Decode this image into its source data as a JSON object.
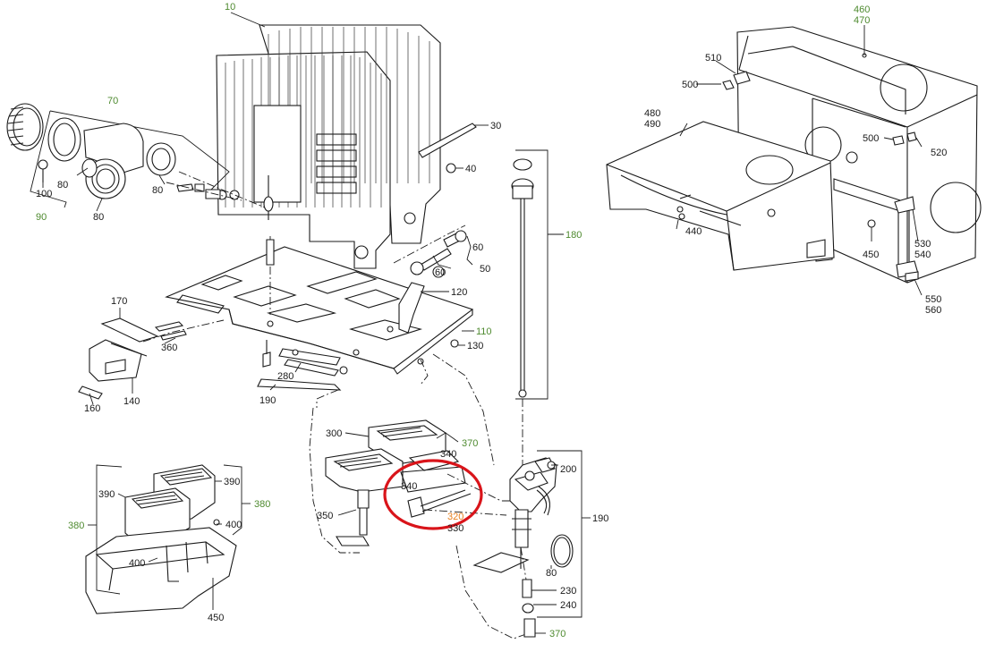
{
  "colors": {
    "line": "#1a1a1a",
    "assembly_label": "#4e8a2f",
    "highlight_label": "#e87f1c",
    "highlight_circle": "#d9141a",
    "background": "#ffffff"
  },
  "labels": {
    "p10": "10",
    "p30": "30",
    "p40": "40",
    "p50": "50",
    "p60a": "60",
    "p60b": "60",
    "p70": "70",
    "p80a": "80",
    "p80b": "80",
    "p80c": "80",
    "p80d": "80",
    "p90": "90",
    "p100": "100",
    "p110": "110",
    "p120": "120",
    "p130": "130",
    "p140": "140",
    "p160": "160",
    "p170": "170",
    "p180": "180",
    "p190a": "190",
    "p190b": "190",
    "p200": "200",
    "p230": "230",
    "p240": "240",
    "p280": "280",
    "p300": "300",
    "p320": "320",
    "p330": "330",
    "p340a": "340",
    "p340b": "340",
    "p350": "350",
    "p360": "360",
    "p370a": "370",
    "p370b": "370",
    "p380a": "380",
    "p380b": "380",
    "p390a": "390",
    "p390b": "390",
    "p400a": "400",
    "p400b": "400",
    "p440": "440",
    "p450a": "450",
    "p450b": "450",
    "p460": "460",
    "p470": "470",
    "p480": "480",
    "p490": "490",
    "p500a": "500",
    "p500b": "500",
    "p510": "510",
    "p520": "520",
    "p530": "530",
    "p540": "540",
    "p550": "550",
    "p560": "560"
  }
}
